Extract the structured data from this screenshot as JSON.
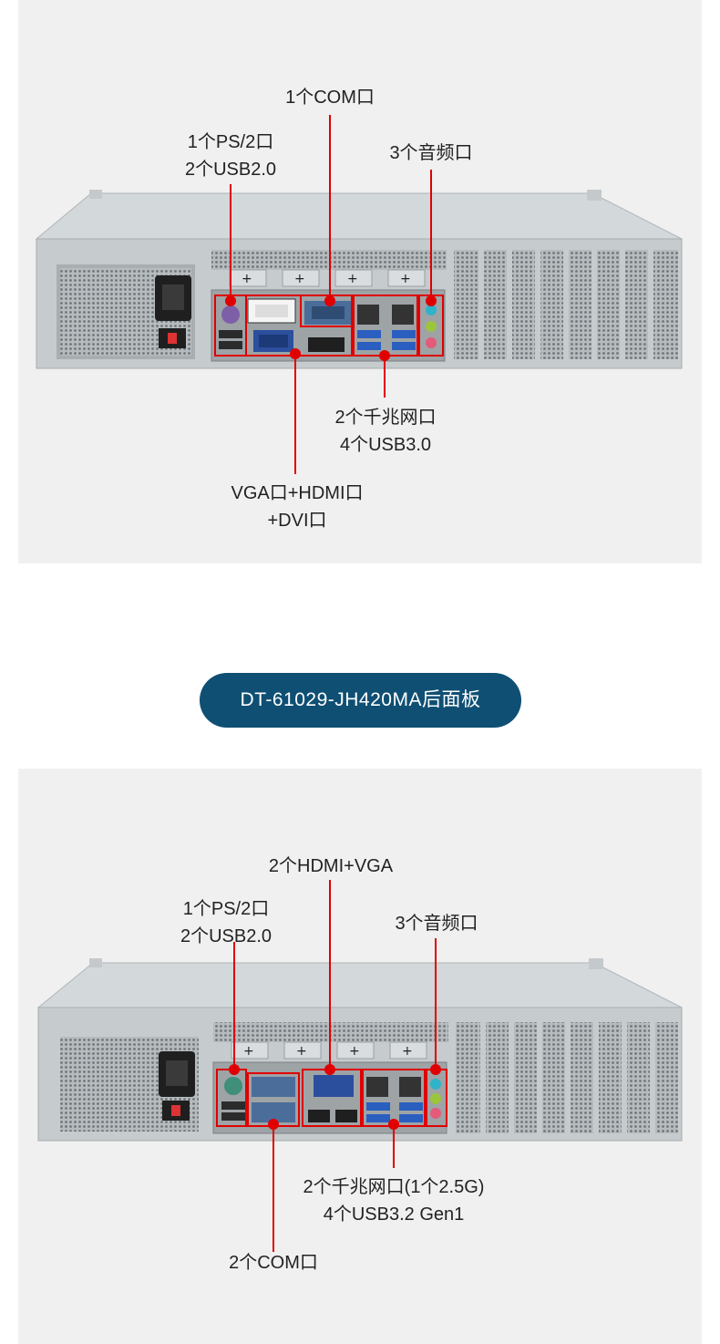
{
  "top_panel": {
    "labels": {
      "com": "1个COM口",
      "ps2_line1": "1个PS/2口",
      "ps2_line2": "2个USB2.0",
      "audio": "3个音频口",
      "lan_line1": "2个千兆网口",
      "lan_line2": "4个USB3.0",
      "video_line1": "VGA口+HDMI口",
      "video_line2": "+DVI口"
    }
  },
  "caption": "DT-61029-JH420MA后面板",
  "bottom_panel": {
    "labels": {
      "video": "2个HDMI+VGA",
      "ps2_line1": "1个PS/2口",
      "ps2_line2": "2个USB2.0",
      "audio": "3个音频口",
      "lan_line1": "2个千兆网口(1个2.5G)",
      "lan_line2": "4个USB3.2 Gen1",
      "com": "2个COM口"
    }
  },
  "colors": {
    "panel_bg": "#f0f0f0",
    "chassis": "#c9ced0",
    "callout": "#e00000",
    "caption_bg": "#0f4f73"
  }
}
